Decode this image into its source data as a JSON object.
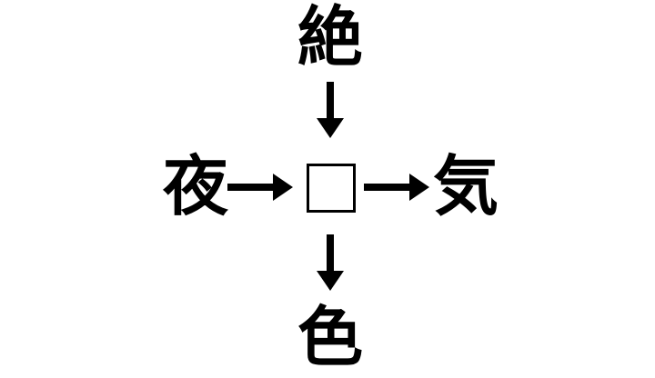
{
  "puzzle": {
    "type": "kanji-crossword-puzzle",
    "background_color": "#ffffff",
    "ink_color": "#000000",
    "center": {
      "state": "blank",
      "glyph": "",
      "shape": "empty-square"
    },
    "cells": {
      "top": "絶",
      "left": "夜",
      "right": "気",
      "bottom": "色"
    },
    "arrows": {
      "top_to_center": "↓",
      "center_to_bottom": "↓",
      "left_to_center": "→",
      "center_to_right": "→"
    }
  }
}
